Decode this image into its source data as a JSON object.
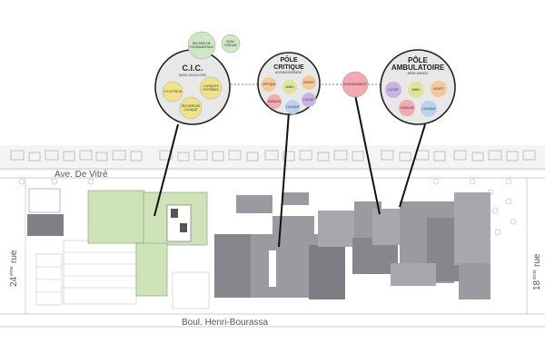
{
  "hubs": {
    "cic": {
      "title": "C.I.C.",
      "subtitle": "RADIO-ONCOLOGIE",
      "circles": {
        "cyclotron": "CYCLOTRON",
        "cliniques_externes": "CLINIQUES EXTERNES",
        "recherche_clinique": "RECHERCHE CLINIQUE"
      },
      "satellites": {
        "recherche_fondamentale": "RECHERCHE FONDAMENTALE",
        "biomed_fondam": "BIOM. FONDAM."
      },
      "color_green": "#cfe8c4",
      "color_yellow": "#efe28a"
    },
    "pole_critique": {
      "title_line1": "PÔLE",
      "title_line2": "CRITIQUE",
      "subtitle": "AGRANDISSEMENT",
      "circles": {
        "critique": "CRITIQUE",
        "ambu": "AMBU",
        "hospit": "HOSPIT",
        "enseigne": "ENSEIGN",
        "clinique": "CLINIQUE",
        "logist": "LOGIST"
      }
    },
    "enseignement": {
      "label": "ENSEIGNEMENT"
    },
    "pole_ambulatoire": {
      "title_line1": "PÔLE",
      "title_line2": "AMBULATOIRE",
      "subtitle": "MÈRE-ENFANT",
      "circles": {
        "logist": "LOGIST",
        "ambu": "AMBU",
        "hospit": "HOSPIT",
        "enseign": "ENSEIGN",
        "clinique": "CLINIQUE"
      }
    }
  },
  "streets": {
    "ave_de_vitre": "Ave. De Vitré",
    "boul_henri_bourassa": "Boul. Henri-Bourassa",
    "rue_24_num": "24",
    "rue_24_sup": "ième",
    "rue_24_word": "rue",
    "rue_18_num": "18",
    "rue_18_sup": "ième",
    "rue_18_word": "rue"
  },
  "colors": {
    "hub_fill": "#e8e8e8",
    "building_gray": "#9a9aa0",
    "building_dark": "#7d7d83",
    "green_building": "#cfe3b8",
    "pink": "#f4a8b0",
    "orange": "#f6c79b",
    "purple": "#c8b4e3",
    "blue": "#b9d3ef",
    "yellowgreen": "#dfe49a"
  }
}
